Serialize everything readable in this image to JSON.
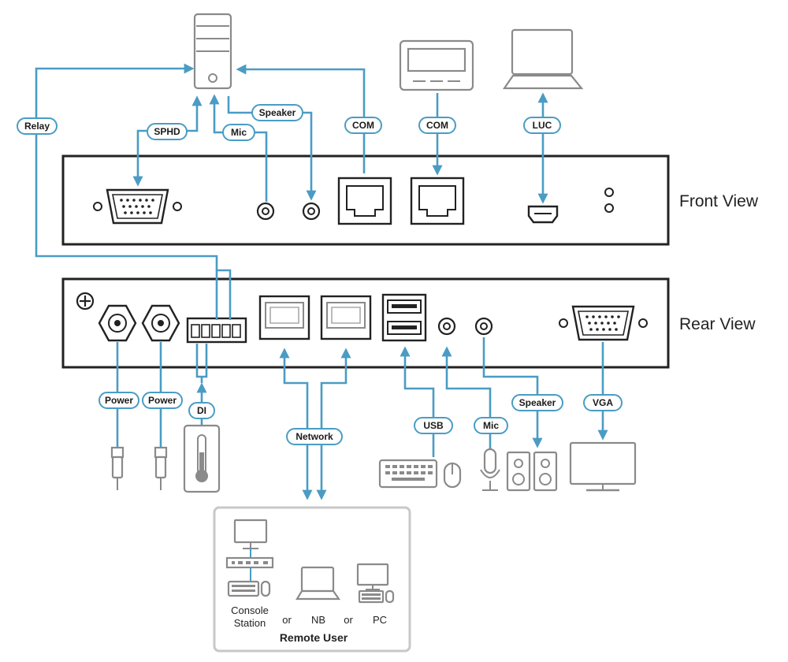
{
  "views": {
    "front": "Front View",
    "rear": "Rear View"
  },
  "labels": {
    "relay": "Relay",
    "sphd": "SPHD",
    "mic_front": "Mic",
    "speaker_front": "Speaker",
    "com1": "COM",
    "com2": "COM",
    "luc": "LUC",
    "power1": "Power",
    "power2": "Power",
    "di": "DI",
    "network": "Network",
    "usb": "USB",
    "mic_rear": "Mic",
    "speaker_rear": "Speaker",
    "vga": "VGA"
  },
  "remote": {
    "console_line1": "Console",
    "console_line2": "Station",
    "or1": "or",
    "nb": "NB",
    "or2": "or",
    "pc": "PC",
    "title": "Remote User"
  },
  "colors": {
    "wire": "#4a9cc4",
    "device": "#8a8a8a",
    "chassis": "#222222"
  }
}
